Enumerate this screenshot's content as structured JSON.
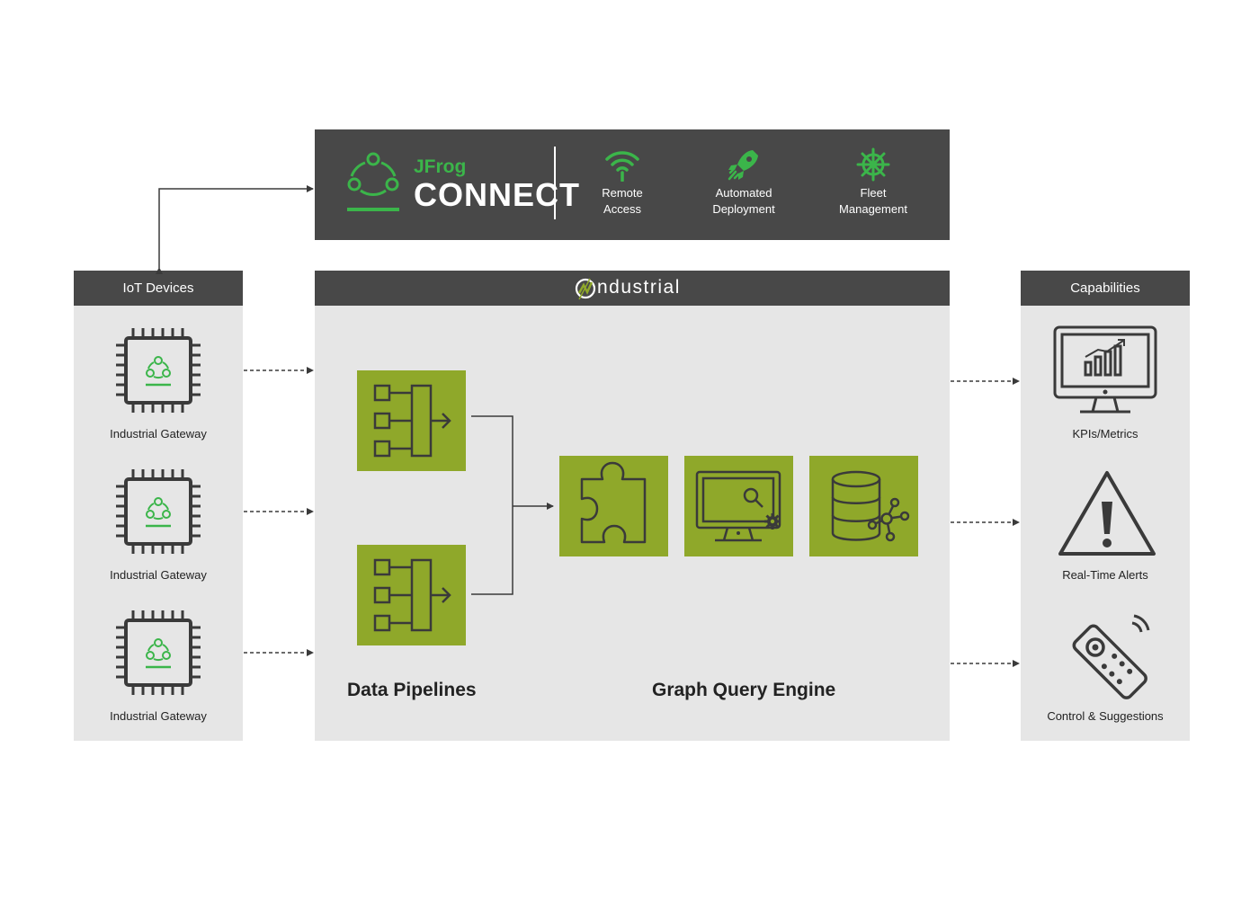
{
  "jfrog": {
    "brand_top": "JFrog",
    "brand_bottom": "CONNECT",
    "features": [
      {
        "label_line1": "Remote",
        "label_line2": "Access",
        "icon": "wifi-icon"
      },
      {
        "label_line1": "Automated",
        "label_line2": "Deployment",
        "icon": "rocket-icon"
      },
      {
        "label_line1": "Fleet",
        "label_line2": "Management",
        "icon": "ship-wheel-icon"
      }
    ]
  },
  "iot": {
    "title": "IoT Devices",
    "items": [
      {
        "label": "Industrial Gateway",
        "icon": "chip-icon"
      },
      {
        "label": "Industrial Gateway",
        "icon": "chip-icon"
      },
      {
        "label": "Industrial Gateway",
        "icon": "chip-icon"
      }
    ]
  },
  "industrial": {
    "logo_text": "ndustrial",
    "pipelines_label": "Data Pipelines",
    "engine_label": "Graph Query Engine"
  },
  "capabilities": {
    "title": "Capabilities",
    "items": [
      {
        "label": "KPIs/Metrics",
        "icon": "monitor-chart-icon"
      },
      {
        "label": "Real-Time Alerts",
        "icon": "warning-icon"
      },
      {
        "label": "Control & Suggestions",
        "icon": "remote-control-icon"
      }
    ]
  },
  "colors": {
    "header_dark": "#484848",
    "panel_gray": "#e6e6e6",
    "tile_green": "#8fa82a",
    "brand_green": "#3bb54a",
    "icon_dark": "#3a3a3a"
  }
}
